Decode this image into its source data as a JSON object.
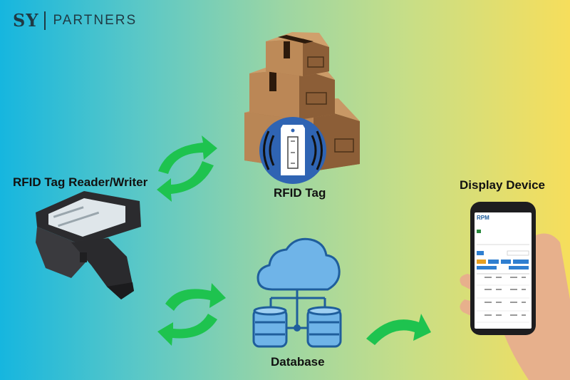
{
  "brand": {
    "initials": "SY",
    "name": "PARTNERS"
  },
  "labels": {
    "reader": "RFID Tag Reader/Writer",
    "tag": "RFID Tag",
    "display": "Display Device",
    "database": "Database"
  },
  "phone_screen": {
    "logo": "RPM"
  },
  "colors": {
    "arrow": "#1ec34f",
    "cloud_stroke": "#1f5e9c",
    "cloud_fill": "#6fb4e8",
    "box": "#a9774a",
    "tag_circle": "#2f64b3"
  }
}
